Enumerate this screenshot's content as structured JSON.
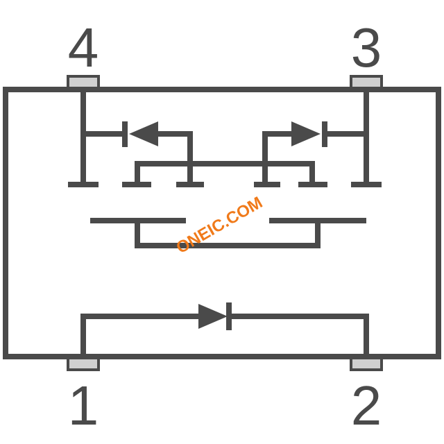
{
  "pins": [
    {
      "number": "4"
    },
    {
      "number": "3"
    },
    {
      "number": "1"
    },
    {
      "number": "2"
    }
  ],
  "watermark": {
    "text": "ONEIC.COM"
  },
  "colors": {
    "line": "#4a4a4a",
    "pad_fill": "#d0d0d0",
    "watermark": "#f07a1a",
    "background": "#ffffff"
  }
}
